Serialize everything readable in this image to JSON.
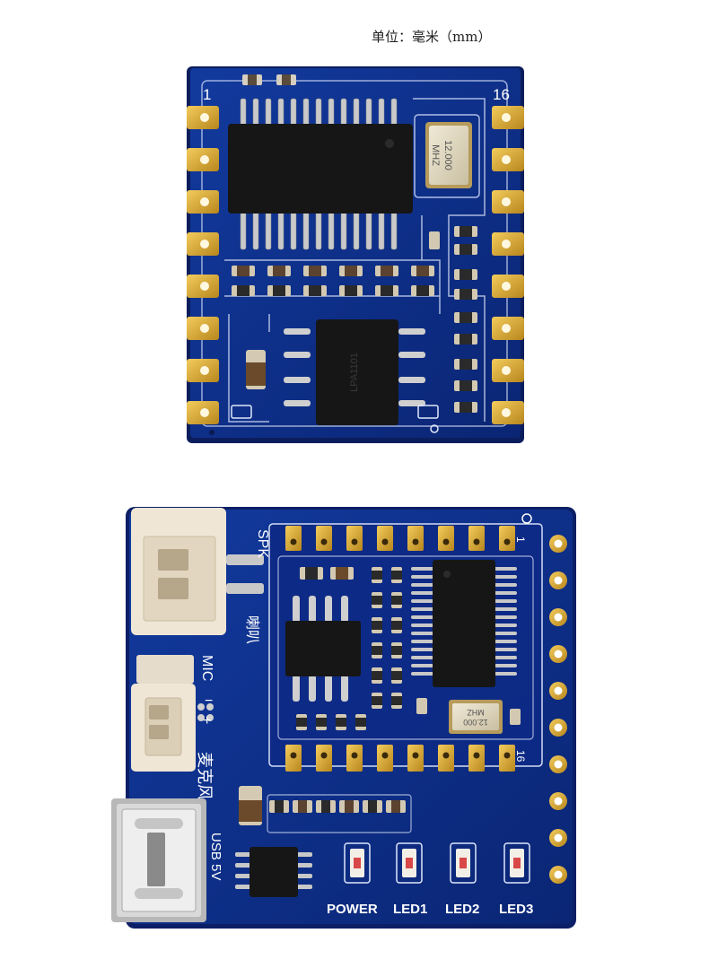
{
  "caption": "单位：毫米（mm）",
  "top_board": {
    "pin_first": "1",
    "pin_last": "16",
    "crystal": {
      "line1": "12.000",
      "line2": "MHZ"
    },
    "amp_marking": "LPA1101",
    "colors": {
      "pcb": "#0b2b86",
      "silk": "#e8eefc",
      "gold": "#d9a52c",
      "chip": "#1a1a1a"
    }
  },
  "bottom_board": {
    "labels": {
      "spk": "SPK",
      "speaker_cn": "喇叭",
      "mic": "MIC",
      "mic_cn": "麦克风",
      "usb": "USB 5V",
      "plus": "+",
      "minus": "−",
      "pin_first": "1",
      "pin_last": "16"
    },
    "crystal": {
      "line1": "12.000",
      "line2": "MHZ"
    },
    "leds": [
      "POWER",
      "LED1",
      "LED2",
      "LED3"
    ]
  }
}
